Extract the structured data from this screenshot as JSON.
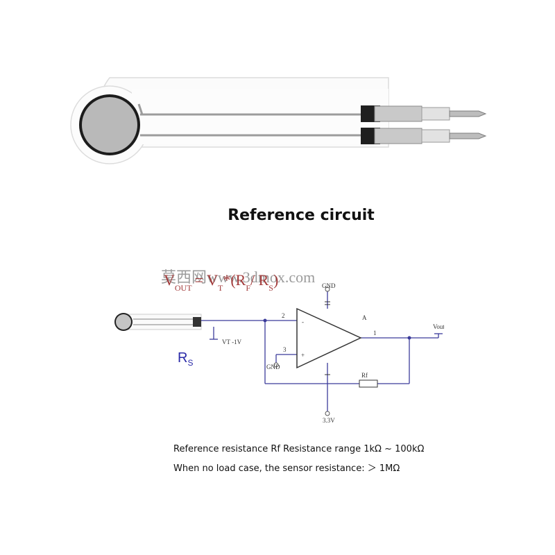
{
  "title": "Reference circuit",
  "formula": {
    "v": "V",
    "out_sub": "OUT",
    "eq": "= V",
    "t_sub": "T",
    "mid": "*(R",
    "f_sub": "F",
    "slash": "/ R",
    "s_sub": "S",
    "close": ")"
  },
  "watermark": "莫西网www.3dmox.com",
  "circuit": {
    "gnd_top": "GND",
    "pin_minus": "-",
    "pin_plus": "+",
    "pin2": "2",
    "pin3": "3",
    "pin1": "1",
    "amp_label": "A",
    "vout": "Vout",
    "vt": "VT -1V",
    "gnd_bottom": "GND",
    "rf": "Rf",
    "supply": "3.3V",
    "rs": "R",
    "rs_sub": "S"
  },
  "notes": [
    "Reference resistance Rf Resistance range 1kΩ ~ 100kΩ",
    "When no load case, the sensor resistance: ＞ 1MΩ"
  ],
  "colors": {
    "wire": "#3b3b9a",
    "formula": "#a23a3a",
    "rs_label": "#2a2aa8",
    "watermark": "#7a7a7a"
  }
}
